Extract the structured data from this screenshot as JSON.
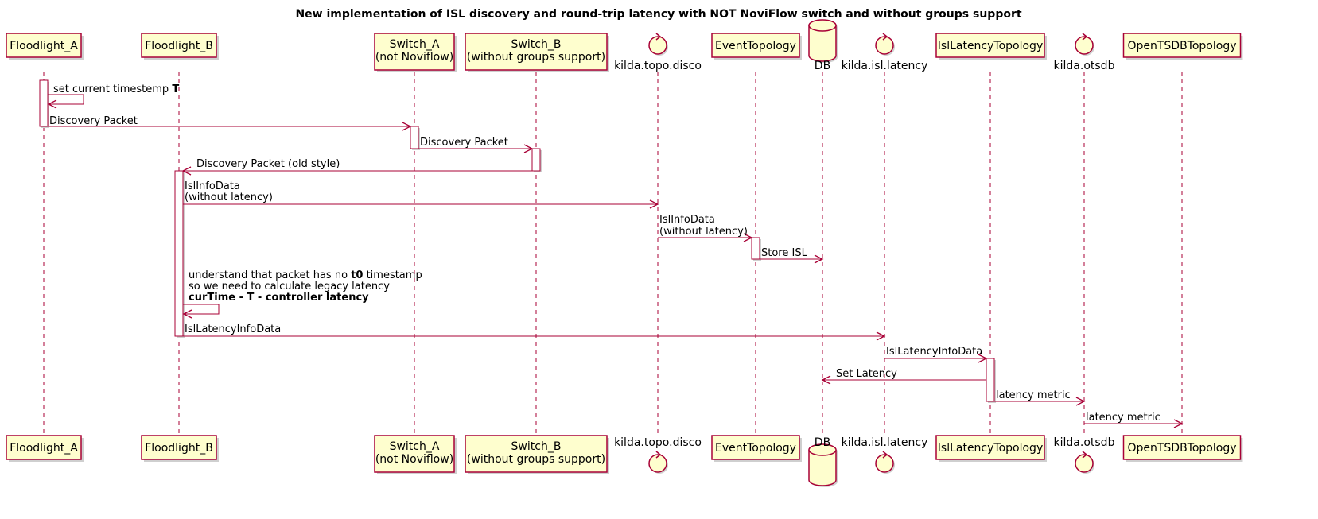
{
  "title": "New implementation of ISL discovery and round-trip latency with NOT NoviFlow switch and without groups support",
  "participants": [
    {
      "id": "fla",
      "kind": "box",
      "lines": [
        "Floodlight_A"
      ]
    },
    {
      "id": "flb",
      "kind": "box",
      "lines": [
        "Floodlight_B"
      ]
    },
    {
      "id": "swa",
      "kind": "box",
      "lines": [
        "Switch_A",
        "(not Noviflow)"
      ]
    },
    {
      "id": "swb",
      "kind": "box",
      "lines": [
        "Switch_B",
        "(without groups support)"
      ]
    },
    {
      "id": "disco",
      "kind": "control",
      "lines": [
        "kilda.topo.disco"
      ]
    },
    {
      "id": "evt",
      "kind": "box",
      "lines": [
        "EventTopology"
      ]
    },
    {
      "id": "db",
      "kind": "database",
      "lines": [
        "DB"
      ]
    },
    {
      "id": "isllat",
      "kind": "control",
      "lines": [
        "kilda.isl.latency"
      ]
    },
    {
      "id": "isltopo",
      "kind": "box",
      "lines": [
        "IslLatencyTopology"
      ]
    },
    {
      "id": "otsdb",
      "kind": "control",
      "lines": [
        "kilda.otsdb"
      ]
    },
    {
      "id": "otsdbtopo",
      "kind": "box",
      "lines": [
        "OpenTSDBTopology"
      ]
    }
  ],
  "messages": [
    {
      "from": "fla",
      "to": "fla",
      "lines": [
        [
          {
            "t": "set current timestemp "
          },
          {
            "t": "T",
            "b": true
          }
        ]
      ]
    },
    {
      "from": "fla",
      "to": "swa",
      "lines": [
        [
          {
            "t": "Discovery Packet"
          }
        ]
      ]
    },
    {
      "from": "swa",
      "to": "swb",
      "lines": [
        [
          {
            "t": "Discovery Packet"
          }
        ]
      ]
    },
    {
      "from": "swb",
      "to": "flb",
      "lines": [
        [
          {
            "t": "Discovery Packet (old style)"
          }
        ]
      ]
    },
    {
      "from": "flb",
      "to": "disco",
      "lines": [
        [
          {
            "t": "IslInfoData"
          }
        ],
        [
          {
            "t": "(without latency)"
          }
        ]
      ]
    },
    {
      "from": "disco",
      "to": "evt",
      "lines": [
        [
          {
            "t": "IslInfoData"
          }
        ],
        [
          {
            "t": "(without latency)"
          }
        ]
      ]
    },
    {
      "from": "evt",
      "to": "db",
      "lines": [
        [
          {
            "t": "Store ISL"
          }
        ]
      ]
    },
    {
      "from": "flb",
      "to": "flb",
      "lines": [
        [
          {
            "t": "understand that packet has no "
          },
          {
            "t": "t0",
            "b": true
          },
          {
            "t": " timestamp"
          }
        ],
        [
          {
            "t": "so we need to calculate legacy latency"
          }
        ],
        [
          {
            "t": "curTime - T - controller latency",
            "b": true
          }
        ]
      ]
    },
    {
      "from": "flb",
      "to": "isllat",
      "lines": [
        [
          {
            "t": "IslLatencyInfoData"
          }
        ]
      ]
    },
    {
      "from": "isllat",
      "to": "isltopo",
      "lines": [
        [
          {
            "t": "IslLatencyInfoData"
          }
        ]
      ]
    },
    {
      "from": "isltopo",
      "to": "db",
      "lines": [
        [
          {
            "t": "Set Latency"
          }
        ]
      ]
    },
    {
      "from": "isltopo",
      "to": "otsdb",
      "lines": [
        [
          {
            "t": "latency metric"
          }
        ]
      ]
    },
    {
      "from": "otsdb",
      "to": "otsdbtopo",
      "lines": [
        [
          {
            "t": "latency metric"
          }
        ]
      ]
    }
  ]
}
